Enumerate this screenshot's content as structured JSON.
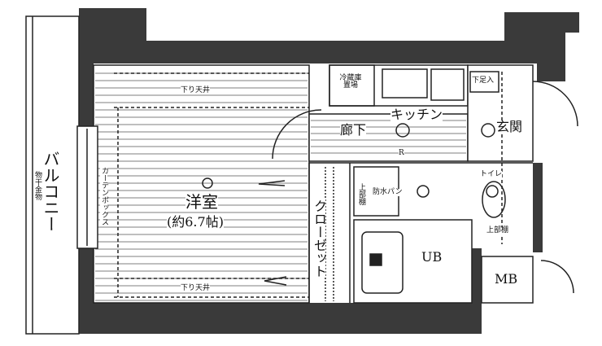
{
  "colors": {
    "wall": "#3a3a3a",
    "line": "#222222",
    "background": "#ffffff"
  },
  "rooms": {
    "western_room": {
      "name": "洋室",
      "size": "(約6.7帖)"
    },
    "balcony": {
      "name": "バルコニー",
      "note": "物干金物"
    },
    "curtain_box": "カーテンボックス",
    "lowered_ceiling_top": "下り天井",
    "lowered_ceiling_bottom": "下り天井",
    "hallway": "廊下",
    "kitchen": "キッチン",
    "fridge": "冷蔵庫置場",
    "shoe_box": "下足入",
    "entrance": "玄関",
    "closet": "クローゼット",
    "washer_pan": "防水パン",
    "upper_shelf_1": "上部棚",
    "upper_shelf_2": "上部棚",
    "toilet": "トイレ",
    "bath": "UB",
    "meter_box": "MB",
    "register": "R"
  }
}
